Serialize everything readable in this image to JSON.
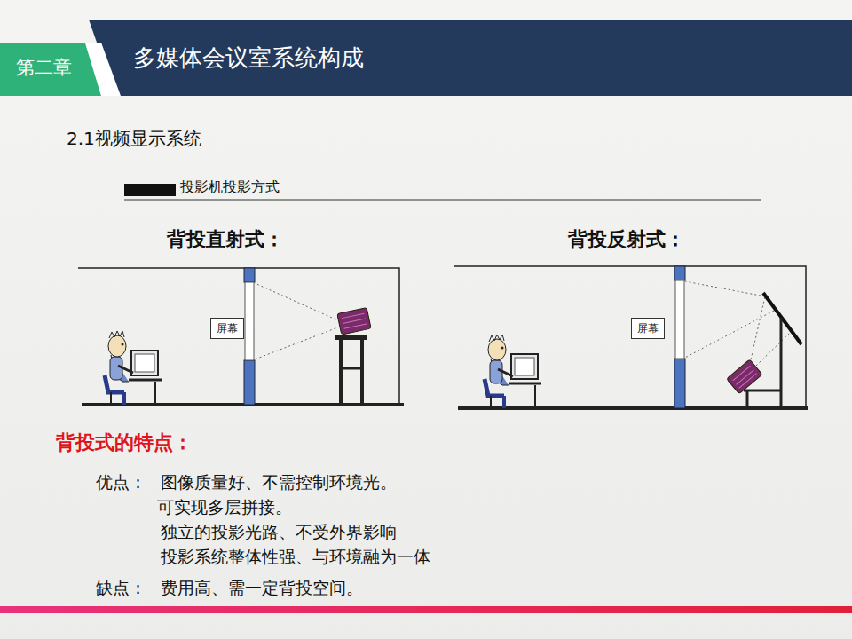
{
  "diagram": {
    "title": "多媒体会议室系统构成",
    "nodes": [
      {
        "text": [
          "第二章"
        ]
      },
      {
        "text": [
          "屏幕"
        ]
      },
      {
        "text": [
          "屏幕"
        ]
      }
    ],
    "labels": [
      "2.1视频显示系统",
      "投影机投影方式",
      "背投直射式：",
      "背投反射式：",
      "背投式的特点：",
      "优点：",
      "图像质量好、不需控制环境光。",
      "可实现多层拼接。",
      "独立的投影光路、不受外界影响",
      "投影系统整体性强、与环境融为一体",
      "缺点：",
      "费用高、需一定背投空间。"
    ]
  }
}
